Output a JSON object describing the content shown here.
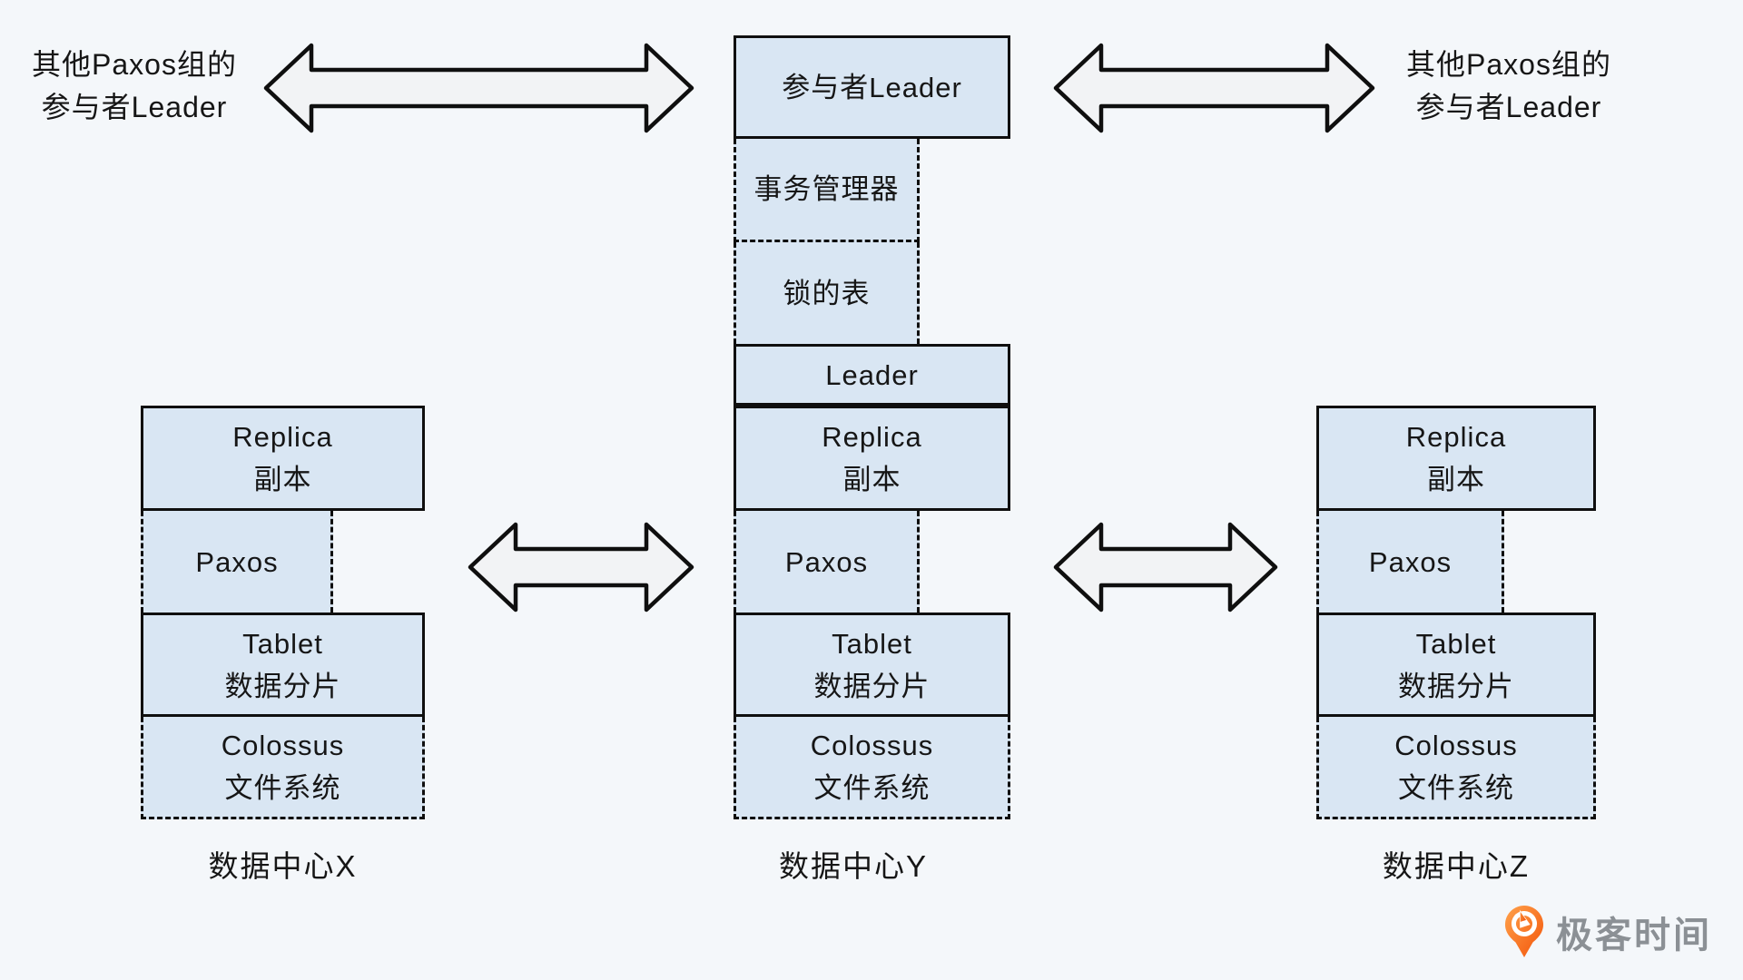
{
  "diagram": {
    "corner_left": {
      "line1": "其他Paxos组的",
      "line2": "参与者Leader"
    },
    "corner_right": {
      "line1": "其他Paxos组的",
      "line2": "参与者Leader"
    },
    "center_column": {
      "participant_leader": "参与者Leader",
      "txn_manager": "事务管理器",
      "lock_table": "锁的表",
      "leader": "Leader",
      "replica_en": "Replica",
      "replica_cn": "副本",
      "paxos": "Paxos",
      "tablet_en": "Tablet",
      "tablet_cn": "数据分片",
      "colossus_en": "Colossus",
      "colossus_cn": "文件系统",
      "label": "数据中心Y"
    },
    "left_column": {
      "replica_en": "Replica",
      "replica_cn": "副本",
      "paxos": "Paxos",
      "tablet_en": "Tablet",
      "tablet_cn": "数据分片",
      "colossus_en": "Colossus",
      "colossus_cn": "文件系统",
      "label": "数据中心X"
    },
    "right_column": {
      "replica_en": "Replica",
      "replica_cn": "副本",
      "paxos": "Paxos",
      "tablet_en": "Tablet",
      "tablet_cn": "数据分片",
      "colossus_en": "Colossus",
      "colossus_cn": "文件系统",
      "label": "数据中心Z"
    },
    "logo": {
      "text": "极客时间"
    }
  },
  "colors": {
    "background": "#f4f7fa",
    "box_fill": "#d9e6f3",
    "border": "#0f0f0f",
    "arrow_fill": "#f2f3f5",
    "logo_orange_light": "#ffa24b",
    "logo_orange_dark": "#f3540a",
    "logo_text_gray": "#8b9095"
  }
}
